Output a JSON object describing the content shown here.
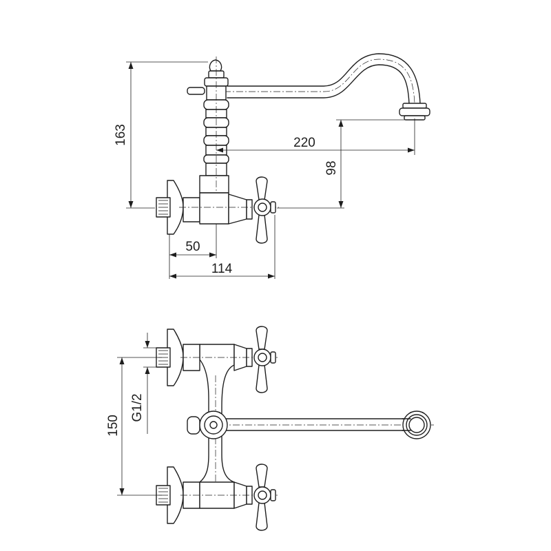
{
  "dimensions": {
    "side_height": "163",
    "spout_reach": "220",
    "spout_height": "98",
    "body_offset": "50",
    "body_depth": "114",
    "center_distance": "150",
    "thread": "G1/2"
  },
  "colors": {
    "line": "#1e1e1e",
    "background": "#ffffff"
  }
}
